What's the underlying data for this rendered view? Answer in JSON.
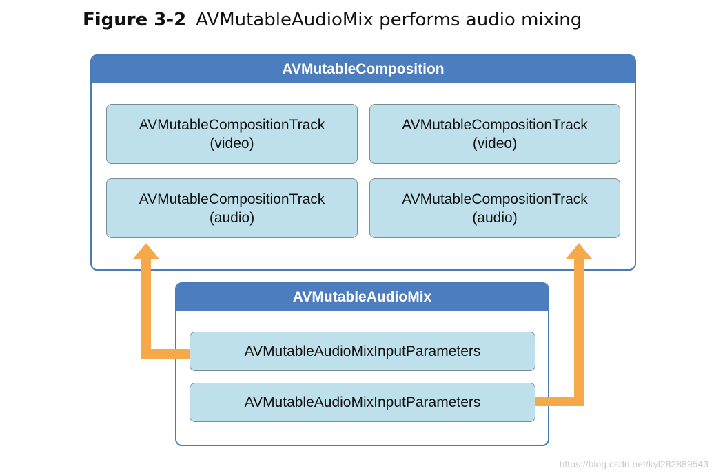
{
  "caption": {
    "figure_number": "Figure 3-2",
    "title": "AVMutableAudioMix performs audio mixing"
  },
  "composition": {
    "title": "AVMutableComposition",
    "tracks": [
      {
        "name": "AVMutableCompositionTrack",
        "kind": "(video)"
      },
      {
        "name": "AVMutableCompositionTrack",
        "kind": "(video)"
      },
      {
        "name": "AVMutableCompositionTrack",
        "kind": "(audio)"
      },
      {
        "name": "AVMutableCompositionTrack",
        "kind": "(audio)"
      }
    ]
  },
  "audio_mix": {
    "title": "AVMutableAudioMix",
    "input_parameters": [
      {
        "label": "AVMutableAudioMixInputParameters"
      },
      {
        "label": "AVMutableAudioMixInputParameters"
      }
    ]
  },
  "colors": {
    "header_blue": "#4c7dbf",
    "box_fill": "#bde0ea",
    "arrow_orange": "#f5a94a"
  },
  "watermark": "https://blog.csdn.net/kyl282889543"
}
